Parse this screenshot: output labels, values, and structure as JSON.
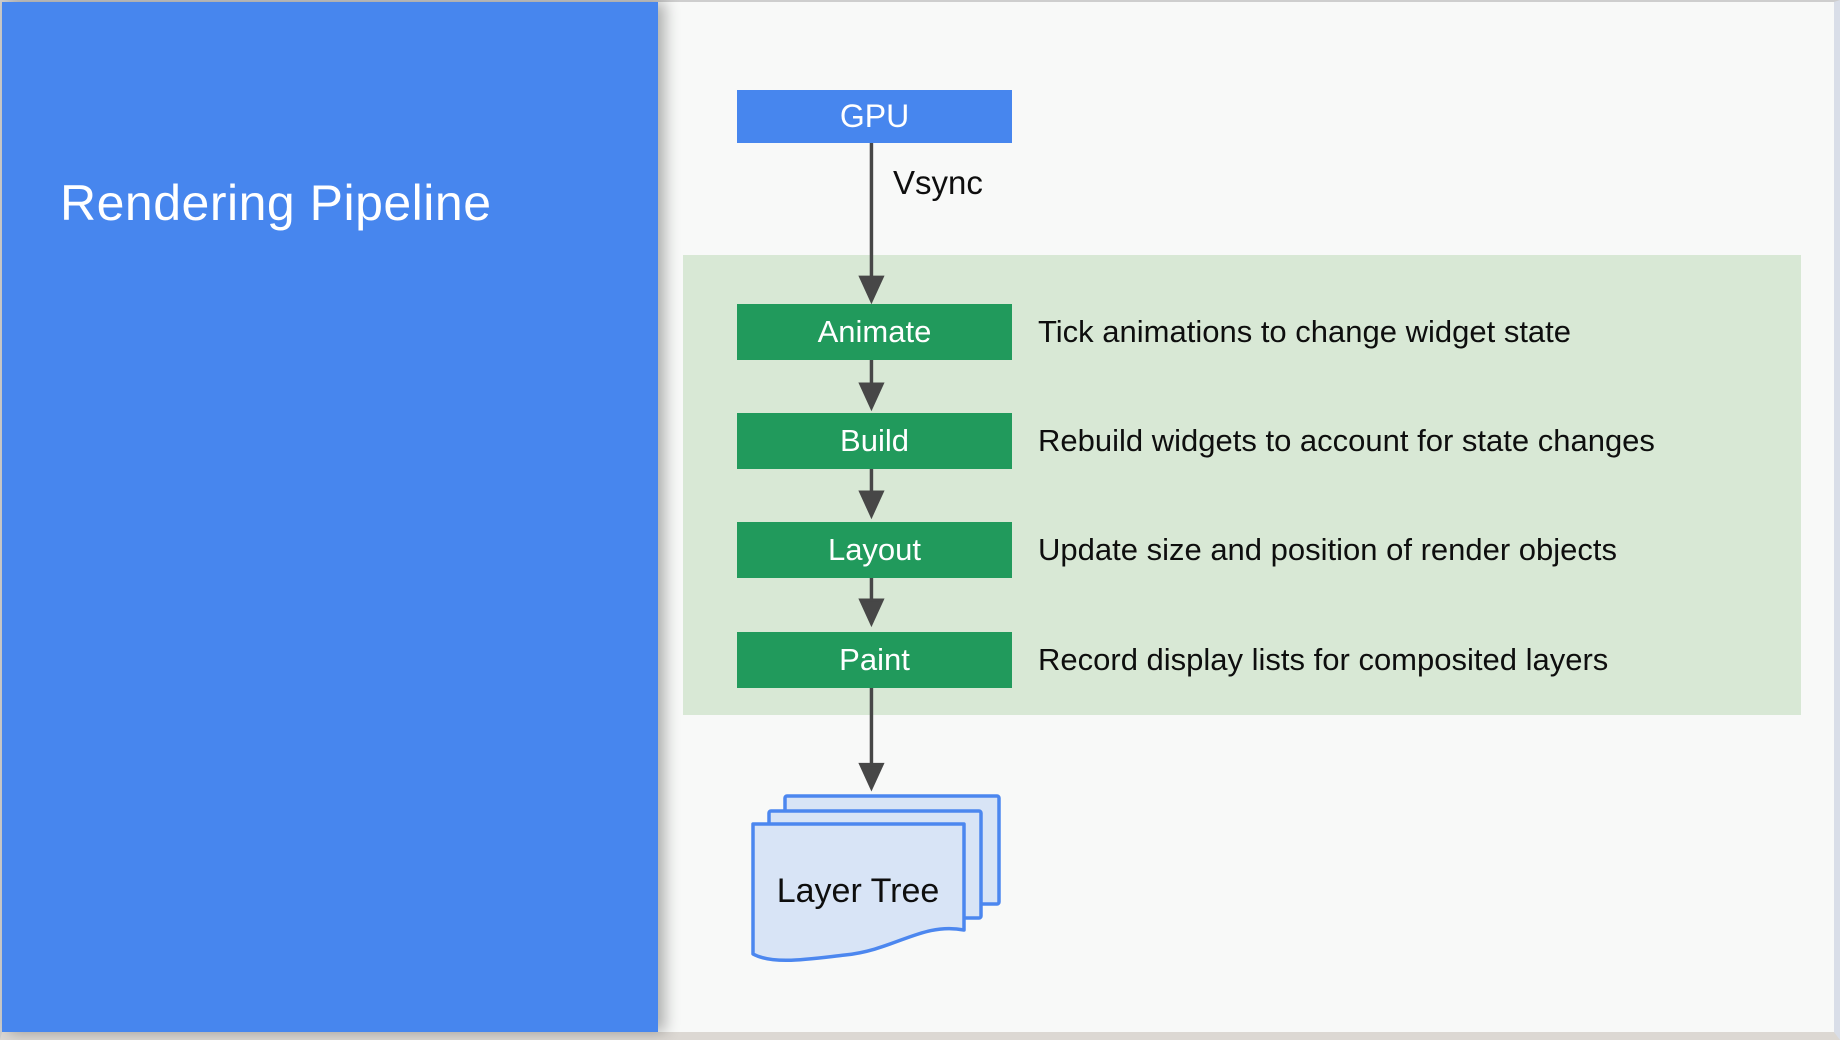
{
  "slide": {
    "title": "Rendering Pipeline"
  },
  "flow": {
    "source_label": "GPU",
    "signal_label": "Vsync",
    "stages": [
      {
        "label": "Animate",
        "description": "Tick animations to change widget state"
      },
      {
        "label": "Build",
        "description": "Rebuild widgets to account for state changes"
      },
      {
        "label": "Layout",
        "description": "Update size and position of render objects"
      },
      {
        "label": "Paint",
        "description": "Record display lists for composited layers"
      }
    ],
    "output_label": "Layer Tree"
  },
  "colors": {
    "panel_blue": "#4786EE",
    "stage_green": "#219A5C",
    "phase_background_green": "#D8E8D5",
    "canvas_background": "#F8F9F8",
    "arrow_gray": "#474747",
    "layer_sheet_fill": "#D8E4F6",
    "layer_sheet_border": "#4C87EF"
  }
}
